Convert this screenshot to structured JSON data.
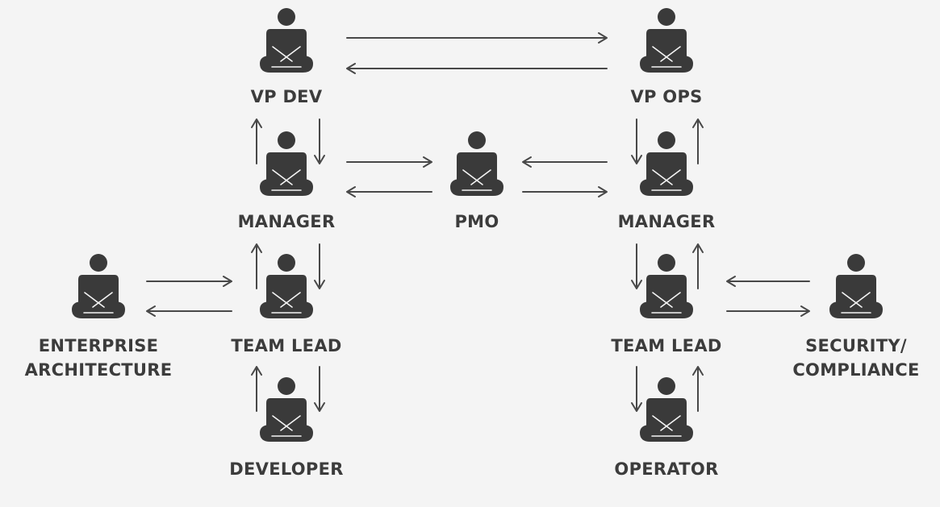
{
  "diagram": {
    "nodes": [
      {
        "id": "vp_dev",
        "label": "VP DEV"
      },
      {
        "id": "vp_ops",
        "label": "VP OPS"
      },
      {
        "id": "manager_dev",
        "label": "MANAGER"
      },
      {
        "id": "pmo",
        "label": "PMO"
      },
      {
        "id": "manager_ops",
        "label": "MANAGER"
      },
      {
        "id": "enterprise_architecture",
        "label": [
          "ENTERPRISE",
          "ARCHITECTURE"
        ]
      },
      {
        "id": "team_lead_dev",
        "label": "TEAM LEAD"
      },
      {
        "id": "team_lead_ops",
        "label": "TEAM LEAD"
      },
      {
        "id": "security_compliance",
        "label": [
          "SECURITY/",
          "COMPLIANCE"
        ]
      },
      {
        "id": "developer",
        "label": "DEVELOPER"
      },
      {
        "id": "operator",
        "label": "OPERATOR"
      }
    ],
    "edges": [
      {
        "from": "vp_dev",
        "to": "vp_ops"
      },
      {
        "from": "vp_ops",
        "to": "vp_dev"
      },
      {
        "from": "manager_dev",
        "to": "vp_dev"
      },
      {
        "from": "vp_dev",
        "to": "manager_dev"
      },
      {
        "from": "vp_ops",
        "to": "manager_ops"
      },
      {
        "from": "manager_ops",
        "to": "vp_ops"
      },
      {
        "from": "manager_dev",
        "to": "pmo"
      },
      {
        "from": "pmo",
        "to": "manager_dev"
      },
      {
        "from": "manager_ops",
        "to": "pmo"
      },
      {
        "from": "pmo",
        "to": "manager_ops"
      },
      {
        "from": "team_lead_dev",
        "to": "manager_dev"
      },
      {
        "from": "manager_dev",
        "to": "team_lead_dev"
      },
      {
        "from": "manager_ops",
        "to": "team_lead_ops"
      },
      {
        "from": "team_lead_ops",
        "to": "manager_ops"
      },
      {
        "from": "enterprise_architecture",
        "to": "team_lead_dev"
      },
      {
        "from": "team_lead_dev",
        "to": "enterprise_architecture"
      },
      {
        "from": "security_compliance",
        "to": "team_lead_ops"
      },
      {
        "from": "team_lead_ops",
        "to": "security_compliance"
      },
      {
        "from": "developer",
        "to": "team_lead_dev"
      },
      {
        "from": "team_lead_dev",
        "to": "developer"
      },
      {
        "from": "operator",
        "to": "team_lead_ops"
      },
      {
        "from": "team_lead_ops",
        "to": "operator"
      }
    ],
    "colors": {
      "background": "#f4f4f4",
      "figure": "#3a3a3a",
      "arrow": "#484848",
      "text": "#3c3c3c"
    },
    "icon": "seated-person-icon"
  }
}
